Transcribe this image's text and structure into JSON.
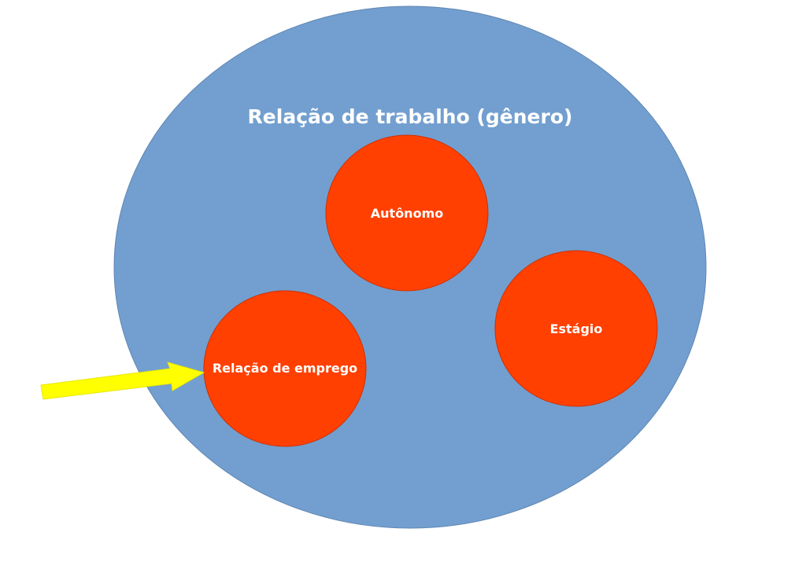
{
  "diagram": {
    "title": "Relação de trabalho (gênero)",
    "circles": [
      {
        "label": "Autônomo"
      },
      {
        "label": "Estágio"
      },
      {
        "label": "Relação de emprego"
      }
    ]
  },
  "colors": {
    "outer_fill": "#729fcf",
    "outer_stroke": "#5f86b3",
    "inner_fill": "#ff4000",
    "inner_stroke": "#d03000",
    "arrow_fill": "#ffff00",
    "text": "#ffffff"
  }
}
